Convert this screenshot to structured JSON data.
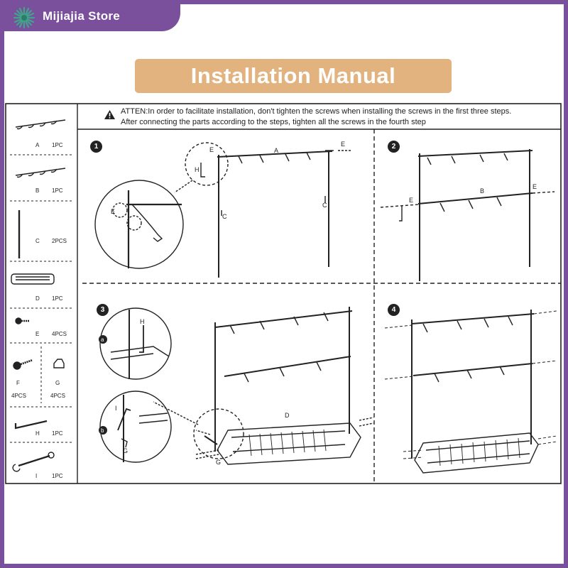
{
  "store": {
    "name": "Mijiajia Store"
  },
  "title": "Installation Manual",
  "warning": {
    "line1": "ATTEN:In order to facilitate installation, don't tighten the screws when installing the screws in the first three steps.",
    "line2": "After connecting the parts according to the steps, tighten all the screws in the fourth step"
  },
  "parts": [
    {
      "letter": "A",
      "qty": "1PC",
      "icon": "hook-bar-icon"
    },
    {
      "letter": "B",
      "qty": "1PC",
      "icon": "hook-bar-icon"
    },
    {
      "letter": "C",
      "qty": "2PCS",
      "icon": "pole-icon"
    },
    {
      "letter": "D",
      "qty": "1PC",
      "icon": "tray-icon"
    },
    {
      "letter": "E",
      "qty": "4PCS",
      "icon": "screw-icon"
    },
    {
      "letter": "F",
      "qty": "4PCS",
      "icon": "long-bolt-icon"
    },
    {
      "letter": "G",
      "qty": "4PCS",
      "icon": "cap-nut-icon"
    },
    {
      "letter": "H",
      "qty": "1PC",
      "icon": "allen-key-icon"
    },
    {
      "letter": "I",
      "qty": "1PC",
      "icon": "wrench-icon"
    }
  ],
  "steps": [
    {
      "number": "1",
      "labels": [
        "E",
        "H",
        "A",
        "E",
        "C",
        "C",
        "E"
      ]
    },
    {
      "number": "2",
      "labels": [
        "E",
        "B",
        "E"
      ]
    },
    {
      "number": "3",
      "labels": [
        "a",
        "b",
        "H",
        "I",
        "G",
        "D",
        "G"
      ]
    },
    {
      "number": "4",
      "labels": []
    }
  ],
  "colors": {
    "brand_purple": "#7a4f9c",
    "title_tan": "#e2b27f",
    "line": "#222222"
  }
}
